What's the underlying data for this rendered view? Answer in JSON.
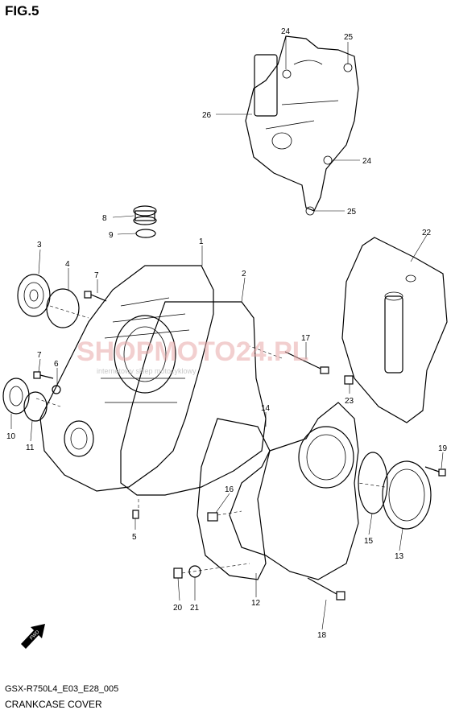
{
  "figure": {
    "title": "FIG.5"
  },
  "footer": {
    "code": "GSX-R750L4_E03_E28_005",
    "name": "CRANKCASE COVER"
  },
  "watermark": {
    "brand": "SHOPMOTO24.PL",
    "tagline": "internetowy sklep motocyklowy"
  },
  "fwd_label": "FWD",
  "parts": {
    "p1": "1",
    "p2": "2",
    "p3": "3",
    "p4": "4",
    "p5": "5",
    "p6": "6",
    "p7a": "7",
    "p7b": "7",
    "p8": "8",
    "p9": "9",
    "p10": "10",
    "p11": "11",
    "p12": "12",
    "p13": "13",
    "p14": "14",
    "p15": "15",
    "p16": "16",
    "p17": "17",
    "p18": "18",
    "p19": "19",
    "p20": "20",
    "p21": "21",
    "p22": "22",
    "p23": "23",
    "p24a": "24",
    "p24b": "24",
    "p25a": "25",
    "p25b": "25",
    "p26": "26"
  },
  "colors": {
    "line": "#000000",
    "watermark": "#e8a8a8"
  }
}
